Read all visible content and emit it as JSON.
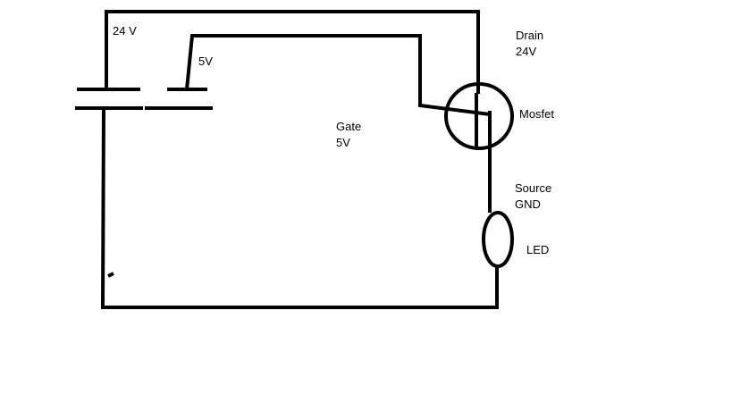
{
  "labels": {
    "battery_24v": "24 V",
    "battery_5v": "5V",
    "drain_name": "Drain",
    "drain_voltage": "24V",
    "mosfet": "Mosfet",
    "gate_name": "Gate",
    "gate_voltage": "5V",
    "source_name": "Source",
    "source_ground": "GND",
    "led": "LED"
  },
  "colors": {
    "ink": "#000000",
    "background": "#ffffff"
  }
}
